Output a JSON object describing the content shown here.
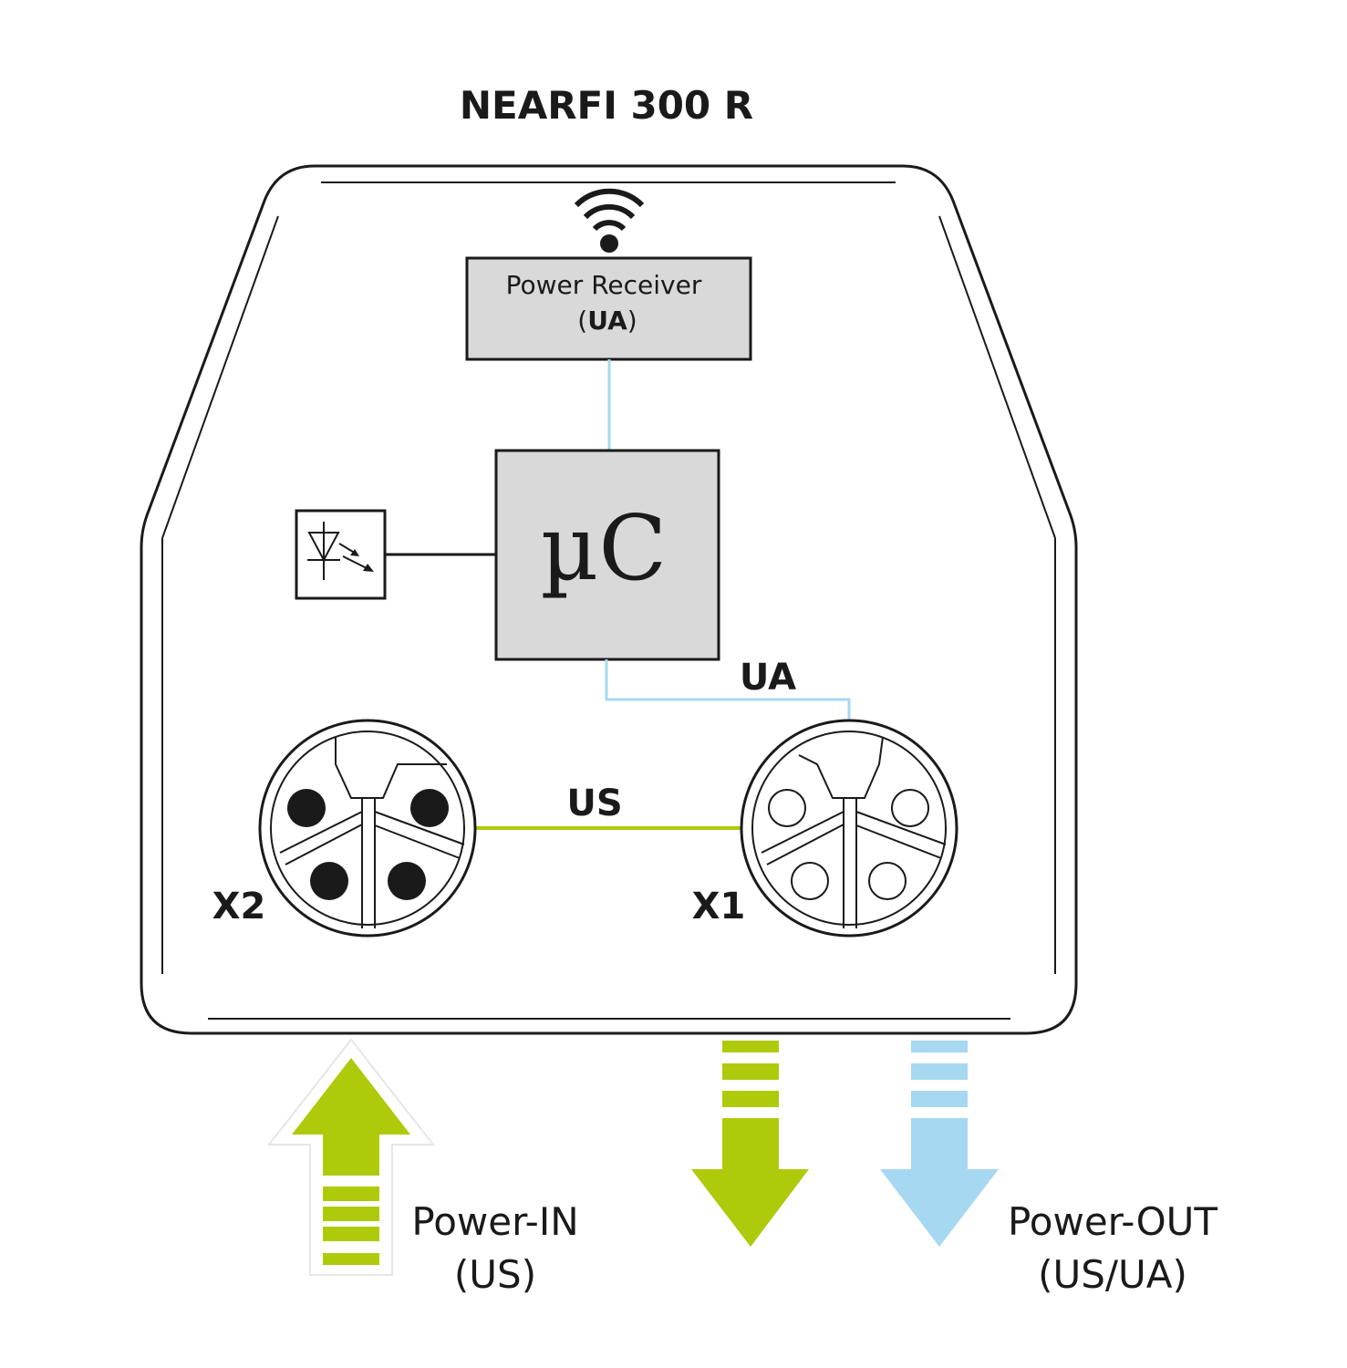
{
  "title": "NEARFI 300 R",
  "power_receiver": {
    "line1": "Power Receiver",
    "paren_open": "(",
    "label_bold": "UA",
    "paren_close": ")"
  },
  "microcontroller": "µC",
  "line_labels": {
    "ua": "UA",
    "us": "US"
  },
  "connectors": {
    "x2": "X2",
    "x1": "X1"
  },
  "power_in": {
    "line1": "Power-IN",
    "line2": "(US)"
  },
  "power_out": {
    "line1": "Power-OUT",
    "line2": "(US/UA)"
  },
  "colors": {
    "us_green": "#afca0b",
    "ua_blue": "#a6d8f2",
    "box_fill": "#d9d9d9",
    "stroke": "#1a1a1a"
  },
  "icons": [
    "wireless-icon",
    "status-led-icon",
    "connector-x2-icon",
    "connector-x1-icon"
  ]
}
